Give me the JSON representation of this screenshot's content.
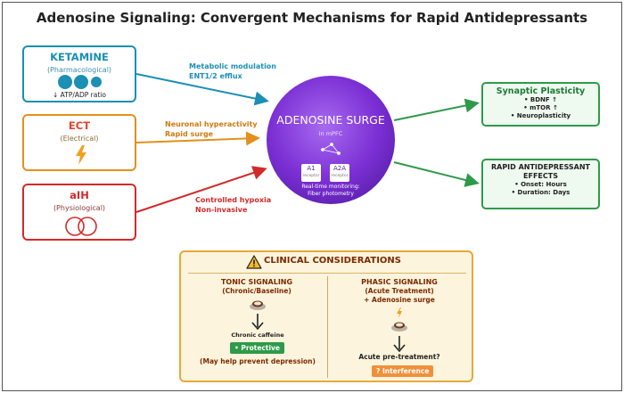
{
  "title": "Adenosine Signaling: Convergent Mechanisms for Rapid Antidepressants",
  "sources": {
    "ketamine": {
      "name": "KETAMINE",
      "type": "(Pharmacological)",
      "note": "↓ ATP/ADP ratio"
    },
    "ect": {
      "name": "ECT",
      "type": "(Electrical)"
    },
    "aih": {
      "name": "aIH",
      "type": "(Physiological)"
    }
  },
  "arrow_labels": {
    "ketamine": [
      "Metabolic modulation",
      "ENT1/2 efflux"
    ],
    "ect": [
      "Neuronal hyperactivity",
      "Rapid surge"
    ],
    "aih": [
      "Controlled hypoxia",
      "Non-invasive"
    ]
  },
  "surge": {
    "title": "ADENOSINE SURGE",
    "subtitle": "in mPFC",
    "receptors": [
      {
        "name": "A1",
        "label": "receptor"
      },
      {
        "name": "A2A",
        "label": "receptor"
      }
    ],
    "monitoring": [
      "Real-time monitoring:",
      "Fiber photometry"
    ]
  },
  "outcomes": {
    "synaptic": {
      "title": "Synaptic Plasticity",
      "items": [
        "• BDNF ↑",
        "• mTOR ↑",
        "• Neuroplasticity"
      ]
    },
    "rapid": {
      "title_lines": [
        "RAPID ANTIDEPRESSANT",
        "EFFECTS"
      ],
      "items": [
        "• Onset: Hours",
        "• Duration: Days"
      ]
    }
  },
  "clinical": {
    "title": "CLINICAL CONSIDERATIONS",
    "tonic": {
      "heading": "TONIC SIGNALING",
      "sub": "(Chronic/Baseline)",
      "label": "Chronic caffeine",
      "badge": "• Protective",
      "note": "(May help prevent depression)"
    },
    "phasic": {
      "heading": "PHASIC SIGNALING",
      "sub1": "(Acute Treatment)",
      "sub2": "+ Adenosine surge",
      "label": "Acute pre-treatment?",
      "badge": "? Interference"
    }
  },
  "colors": {
    "ketamine": "#1b8fb4",
    "ect": "#e3901e",
    "aih": "#d22a2a",
    "outcome": "#2e9a4a",
    "surge": "#7b2fd4",
    "protective": "#2e9a4a",
    "interference": "#f0903a"
  },
  "icons": [
    "ketamine-molecule-icon",
    "lightning-bolt-icon",
    "overlapping-circles-icon",
    "warning-icon",
    "coffee-cup-icon",
    "down-arrow-icon"
  ]
}
